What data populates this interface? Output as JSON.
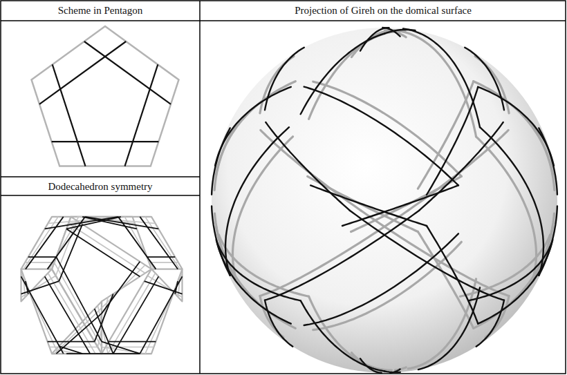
{
  "diagram": {
    "labels": [
      "Scheme in Pentagon",
      "Projection of Gireh on the domical surface",
      "Dodecahedron symmetry"
    ]
  }
}
